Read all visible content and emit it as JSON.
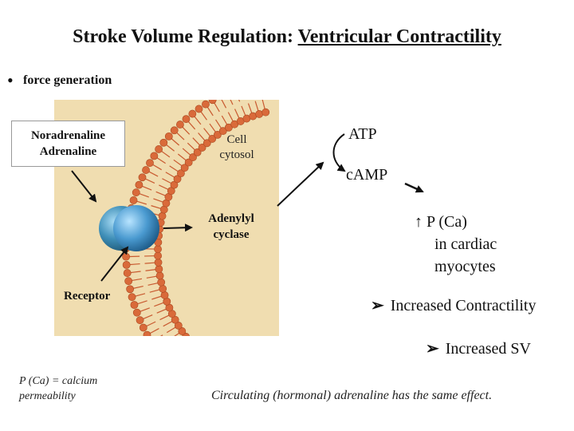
{
  "title": {
    "part1": "Stroke Volume Regulation: ",
    "part2": "Ventricular Contractility"
  },
  "bullet": {
    "symbol": "•",
    "text": "force generation"
  },
  "cell_diagram": {
    "hormone_line1": "Noradrenaline",
    "hormone_line2": "Adrenaline",
    "cytosol_line1": "Cell",
    "cytosol_line2": "cytosol",
    "enzyme_line1": "Adenylyl",
    "enzyme_line2": "cyclase",
    "receptor": "Receptor"
  },
  "pathway": {
    "atp": "ATP",
    "camp": "cAMP",
    "pca_line1": "↑ P (Ca)",
    "pca_line2": "in cardiac",
    "pca_line3": "myocytes",
    "bullet_symbol": "➢",
    "contractility": "Increased Contractility",
    "sv": "Increased SV"
  },
  "footnote": {
    "line1": "P (Ca) = calcium",
    "line2": "permeability"
  },
  "note": "Circulating (hormonal) adrenaline has the same effect.",
  "colors": {
    "panel": "#f0ddb0",
    "phospholipid_head": "#d96a3a",
    "phospholipid_tail": "#c85a30",
    "receptor": "#4a9ad0"
  }
}
